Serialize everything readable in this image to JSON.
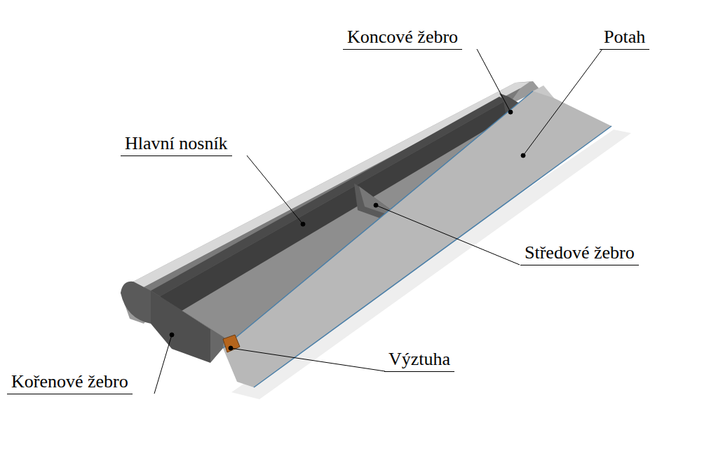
{
  "diagram": {
    "labels": [
      "Koncové žebro",
      "Potah",
      "Hlavní nosník",
      "Středové žebro",
      "Výztuha",
      "Kořenové žebro"
    ]
  }
}
